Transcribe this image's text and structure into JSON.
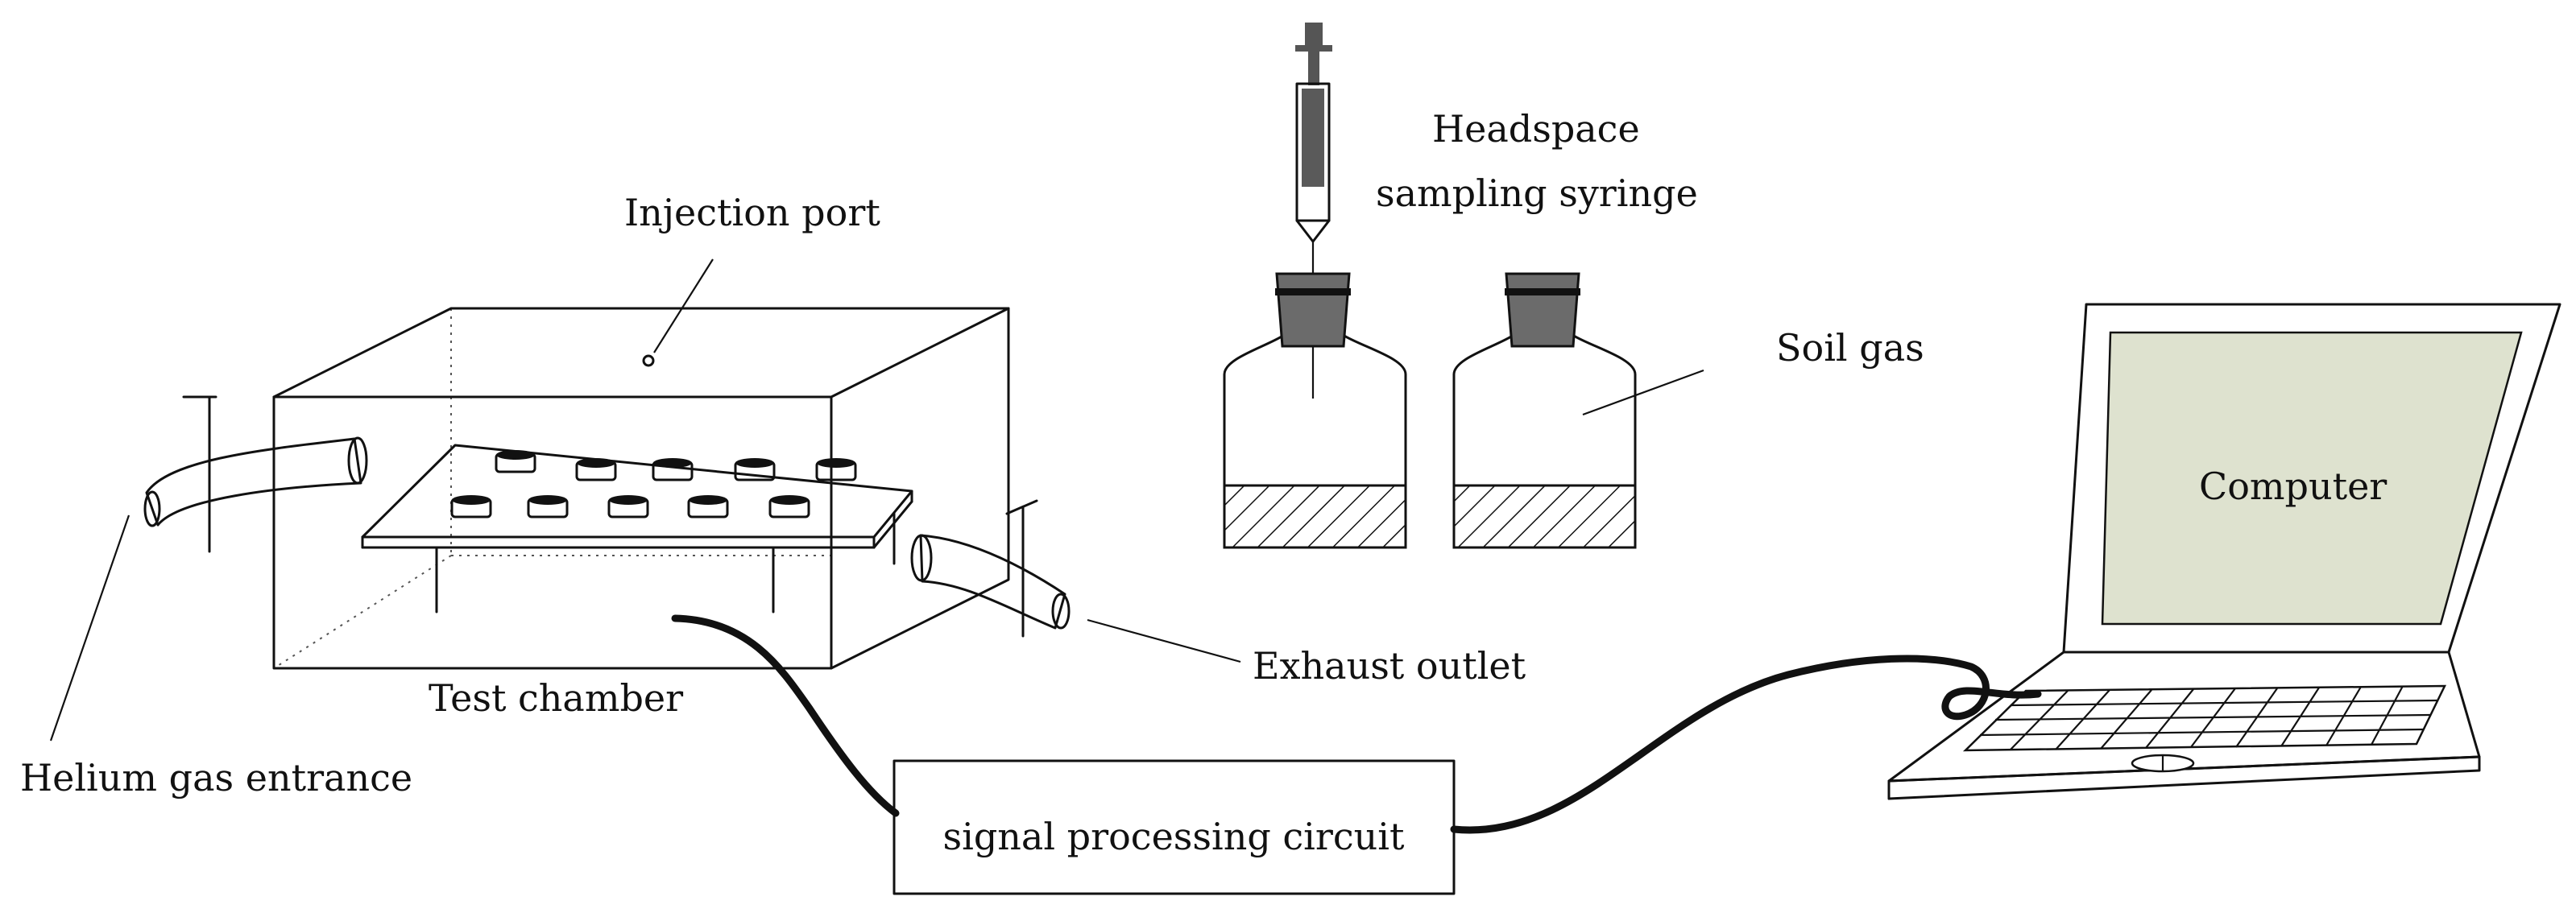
{
  "labels": {
    "injection_port": "Injection port",
    "headspace_line1": "Headspace",
    "headspace_line2": "sampling syringe",
    "soil_gas": "Soil gas",
    "computer": "Computer",
    "exhaust_outlet": "Exhaust outlet",
    "test_chamber": "Test chamber",
    "helium_gas_entrance": "Helium gas entrance",
    "signal_processing_circuit": "signal processing circuit"
  },
  "colors": {
    "line": "#111111",
    "screen_fill": "#dee2cf",
    "stopper_fill": "#6b6b6b",
    "background": "#ffffff"
  }
}
